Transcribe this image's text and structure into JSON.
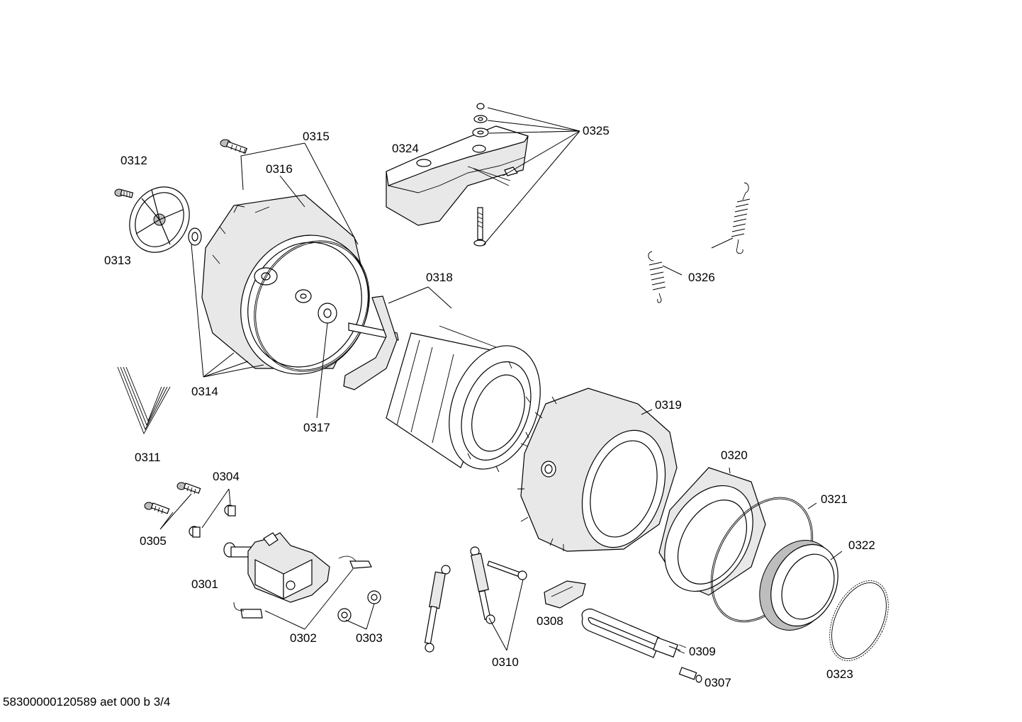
{
  "diagram": {
    "part_numbers": {
      "p0301": "0301",
      "p0302": "0302",
      "p0303": "0303",
      "p0304": "0304",
      "p0305": "0305",
      "p0307": "0307",
      "p0308": "0308",
      "p0309": "0309",
      "p0310": "0310",
      "p0311": "0311",
      "p0312": "0312",
      "p0313": "0313",
      "p0314": "0314",
      "p0315": "0315",
      "p0316": "0316",
      "p0317": "0317",
      "p0318": "0318",
      "p0319": "0319",
      "p0320": "0320",
      "p0321": "0321",
      "p0322": "0322",
      "p0323": "0323",
      "p0324": "0324",
      "p0325": "0325",
      "p0326": "0326"
    },
    "footer_text": "58300000120589 aet 000 b 3/4"
  }
}
